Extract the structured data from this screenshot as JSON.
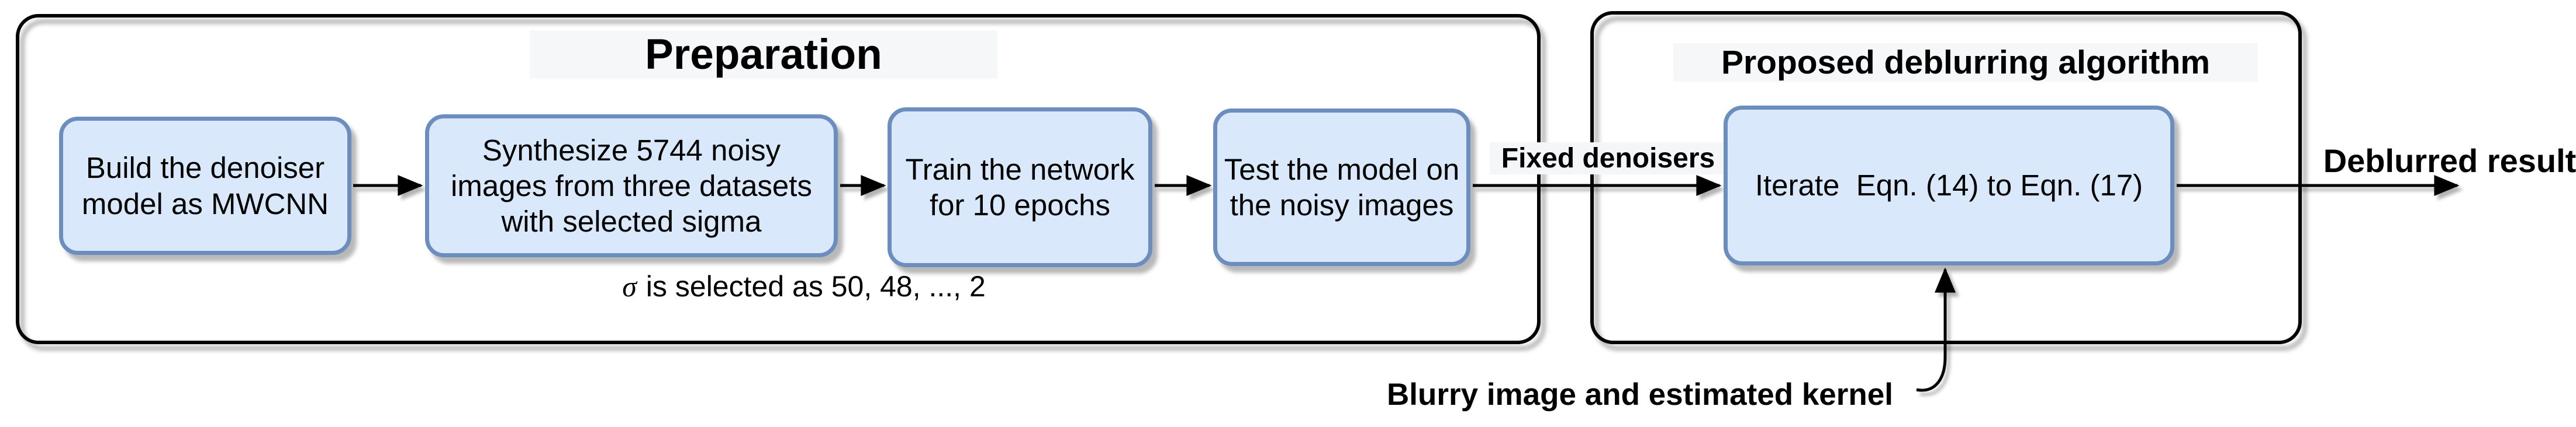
{
  "diagram": {
    "background": "#ffffff",
    "colors": {
      "process_fill": "#dae8fc",
      "process_stroke": "#6c8ebf",
      "frame_stroke": "#000000",
      "text": "#000000",
      "label_background": "#f5f6f8"
    },
    "preparation": {
      "title": "Preparation",
      "steps": [
        "Build the denoiser\nmodel as MWCNN",
        "Synthesize 5744 noisy\nimages from three datasets\nwith selected sigma",
        "Train the network\nfor 10 epochs",
        "Test the model on\nthe noisy images"
      ],
      "note_sigma": "σ",
      "note_rest": "is selected as 50, 48, ..., 2"
    },
    "algorithm": {
      "title": "Proposed deblurring algorithm",
      "box_label": "Iterate  Eqn. (14) to Eqn. (17)"
    },
    "labels": {
      "fixed_denoisers": "Fixed denoisers",
      "deblurred_result": "Deblurred result",
      "blurry_input": "Blurry image and estimated kernel"
    }
  }
}
